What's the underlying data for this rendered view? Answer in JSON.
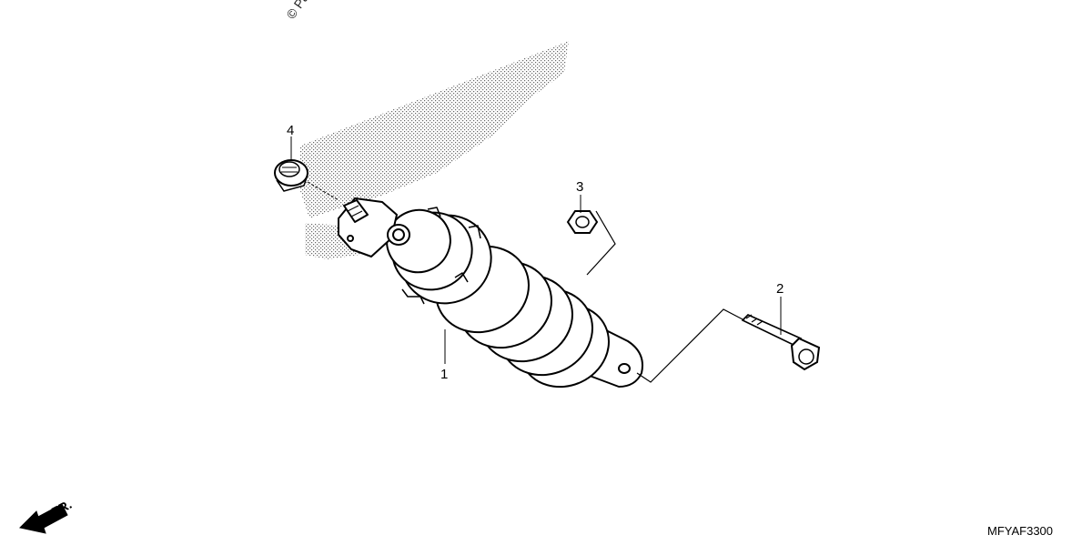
{
  "diagram": {
    "watermark": "© Pa",
    "direction_label": "FR.",
    "drawing_code": "MFYAF3300",
    "colors": {
      "line": "#000000",
      "background": "#ffffff",
      "stipple": "#555555"
    },
    "callouts": [
      {
        "number": "1"
      },
      {
        "number": "2"
      },
      {
        "number": "3"
      },
      {
        "number": "4"
      }
    ]
  }
}
